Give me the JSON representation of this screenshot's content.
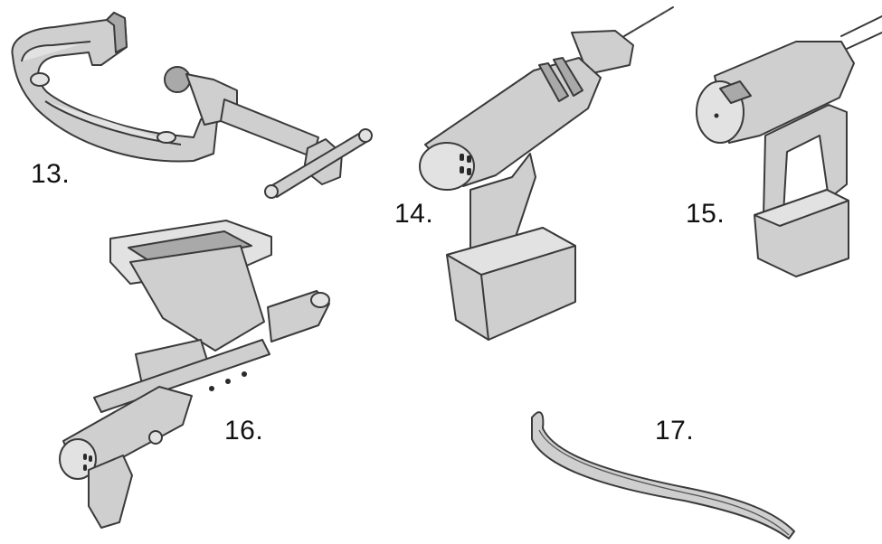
{
  "labels": {
    "item_13": "13.",
    "item_14": "14.",
    "item_15": "15.",
    "item_16": "16.",
    "item_17": "17."
  },
  "colors": {
    "background": "#ffffff",
    "tool_fill": "#cfcfcf",
    "tool_shade": "#a9a9a9",
    "outline": "#3a3a3a"
  },
  "icons": [
    "c-clamp-icon",
    "cordless-drill-icon",
    "surgical-saw-icon",
    "cement-gun-icon",
    "bone-lever-icon"
  ]
}
